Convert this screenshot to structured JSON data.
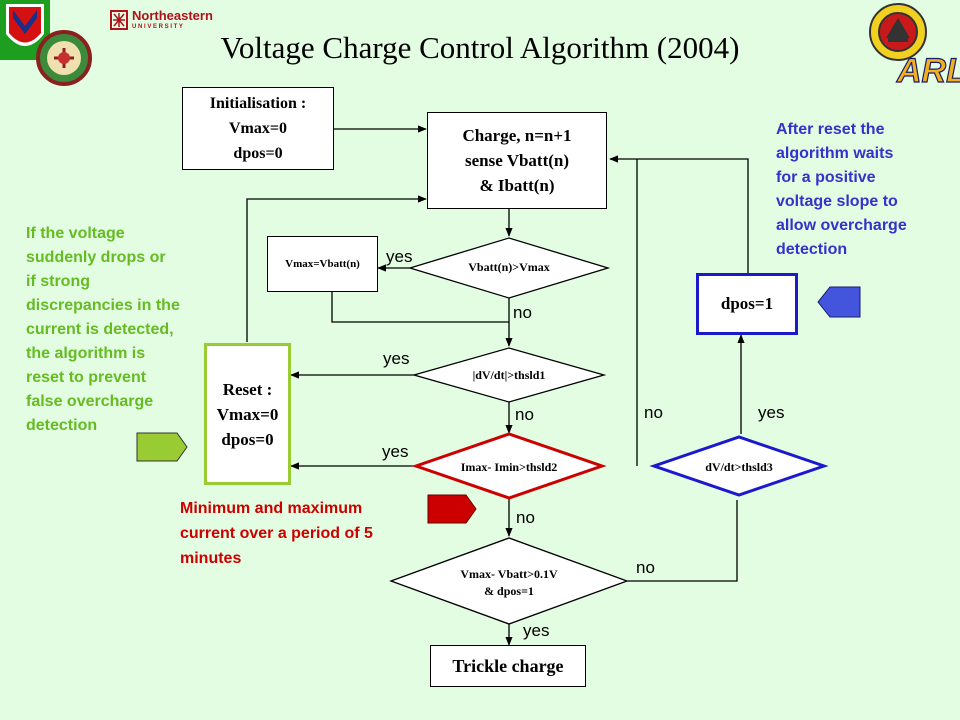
{
  "title": "Voltage Charge Control Algorithm (2004)",
  "logos": {
    "northeastern_name": "Northeastern",
    "northeastern_sub": "U N I V E R S I T Y",
    "arl": "ARL"
  },
  "colors": {
    "background": "#e2fde2",
    "green_note": "#66bb22",
    "blue_note": "#3333cc",
    "red_note": "#cc0000",
    "reset_border": "#99cc33",
    "dpos_border": "#1a1acc",
    "imax_border": "#cc0000"
  },
  "nodes": {
    "init": [
      "Initialisation :",
      "Vmax=0",
      "dpos=0"
    ],
    "charge": [
      "Charge, n=n+1",
      "sense Vbatt(n)",
      "& Ibatt(n)"
    ],
    "vmax_set": "Vmax=Vbatt(n)",
    "d1": "Vbatt(n)>Vmax",
    "d2": "|dV/dt|>thsld1",
    "d3": "Imax- Imin>thsld2",
    "d4": [
      "Vmax- Vbatt>0.1V",
      "& dpos=1"
    ],
    "reset": [
      "Reset :",
      "Vmax=0",
      "dpos=0"
    ],
    "dpos": "dpos=1",
    "d5": "dV/dt>thsld3",
    "trickle": "Trickle charge"
  },
  "edge_labels": {
    "d1_yes": "yes",
    "d1_no": "no",
    "d2_yes": "yes",
    "d2_no": "no",
    "d3_yes": "yes",
    "d3_no": "no",
    "d4_no": "no",
    "d4_yes": "yes",
    "d5_no": "no",
    "d5_yes": "yes"
  },
  "notes": {
    "left": [
      "If the voltage",
      "suddenly drops or",
      "if strong",
      "discrepancies in the",
      "current is detected,",
      "the algorithm is",
      "reset to prevent",
      "false overcharge",
      "detection"
    ],
    "right": [
      "After reset the",
      "algorithm waits",
      "for a positive",
      "voltage slope to",
      "allow overcharge",
      "detection"
    ],
    "bottom": [
      "Minimum and maximum",
      "current  over a period of 5",
      "minutes"
    ]
  }
}
